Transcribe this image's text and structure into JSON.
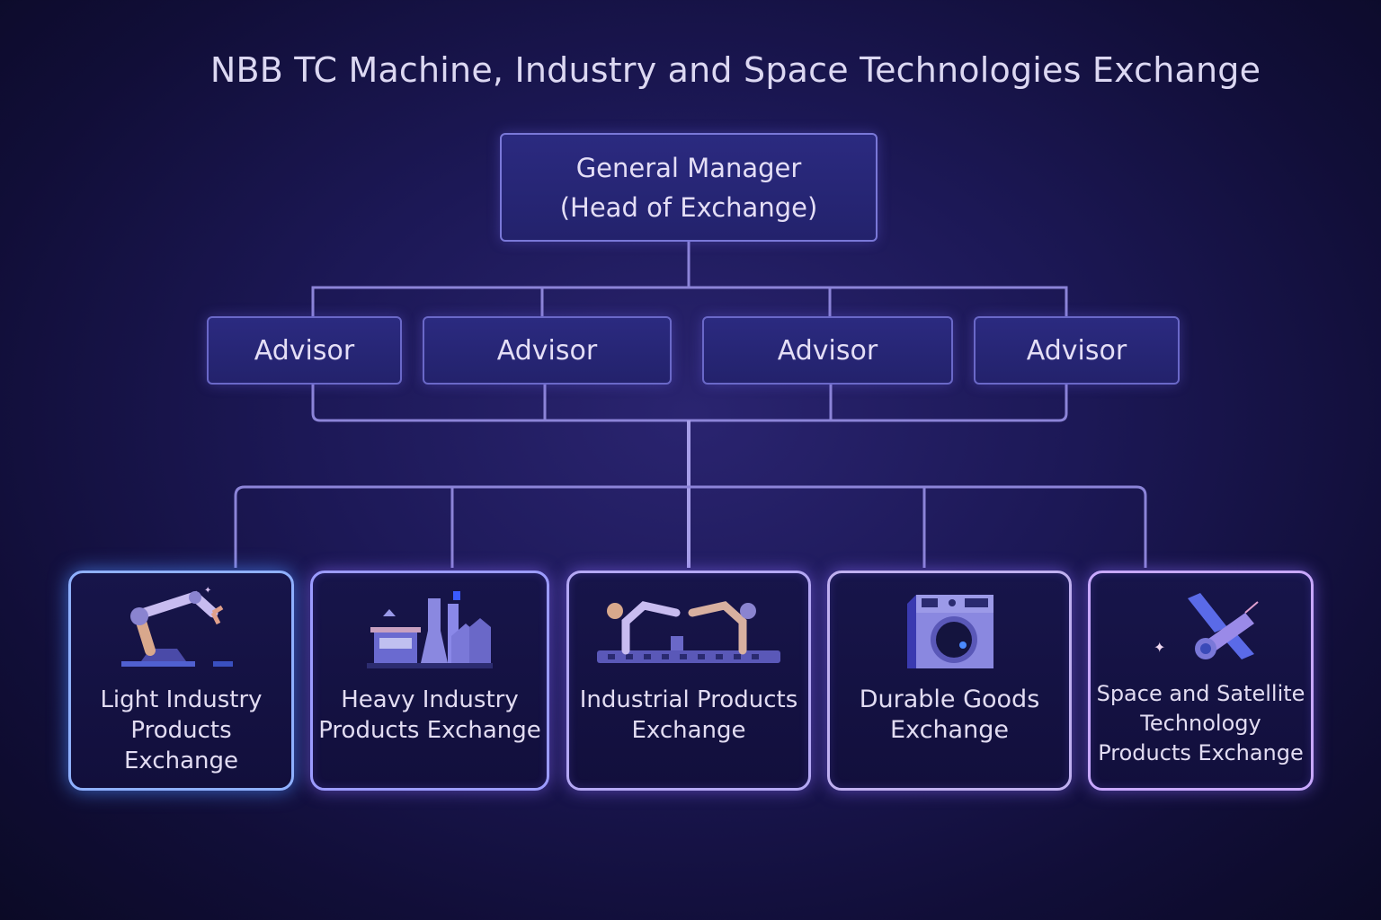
{
  "title": "NBB TC Machine, Industry and Space Technologies Exchange",
  "general_manager": {
    "line1": "General Manager",
    "line2": "(Head of Exchange)"
  },
  "advisors": [
    "Advisor",
    "Advisor",
    "Advisor",
    "Advisor"
  ],
  "exchanges": [
    {
      "line1": "Light Industry",
      "line2": "Products Exchange",
      "icon": "robot-arm-icon"
    },
    {
      "line1": "Heavy Industry",
      "line2": "Products Exchange",
      "icon": "factory-icon"
    },
    {
      "line1": "Industrial Products",
      "line2": "Exchange",
      "icon": "assembly-line-icon"
    },
    {
      "line1": "Durable Goods",
      "line2": "Exchange",
      "icon": "washing-machine-icon"
    },
    {
      "line1": "Space and Satellite",
      "line2": "Technology",
      "line3": "Products Exchange",
      "icon": "satellite-icon"
    }
  ],
  "colors": {
    "line": "#8c84d8",
    "card_border": "#a7a0f0",
    "box_fill": "#2b2a80"
  }
}
